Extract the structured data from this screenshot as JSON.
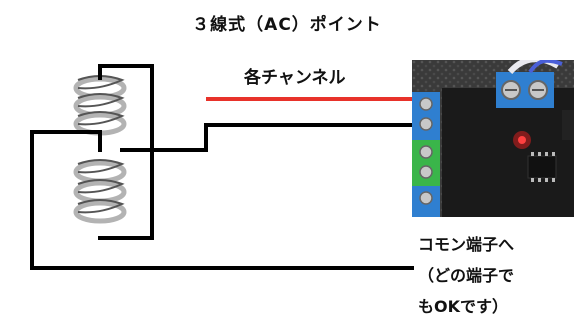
{
  "title": "３線式（AC）ポイント",
  "labels": {
    "channel": "各チャンネル",
    "common_line1": "コモン端子へ",
    "common_line2": "（どの端子で",
    "common_line3": "もOKです）"
  },
  "colors": {
    "wire_black": "#000000",
    "wire_red": "#e8322a",
    "board_dark": "#2a2a2a",
    "terminal_blue": "#2f7fd0",
    "terminal_green": "#3ab54a",
    "led_red": "#ff2020"
  },
  "icons": {
    "coil": "coil-icon",
    "controller_board": "controller-board-photo"
  }
}
